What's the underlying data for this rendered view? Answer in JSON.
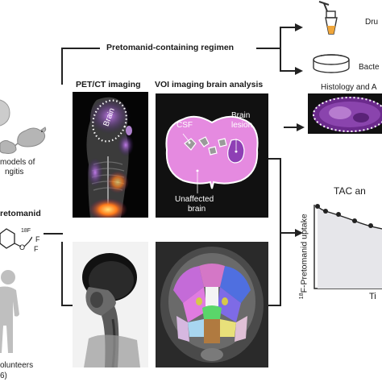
{
  "regimen": {
    "title": "Pretomanid-containing regimen"
  },
  "right_top": {
    "drug_label": "Dru",
    "bacteria_label": "Bacte",
    "histology_label": "Histology and A"
  },
  "left": {
    "models_line1": "models of",
    "models_line2": "ngitis",
    "compound_label": "retomanid",
    "fluoro_label": "18F",
    "f_label_1": "F",
    "f_label_2": "F",
    "o_label": "O",
    "volunteers_line1": "olunteers",
    "volunteers_line2": "6)"
  },
  "petct": {
    "title": "PET/CT imaging",
    "brain_label": "Brain"
  },
  "voi": {
    "title": "VOI imaging brain analysis",
    "csf_label": "CSF",
    "lesion_line1": "Brain",
    "lesion_line2": "lesion",
    "unaffected_line1": "Unaffected",
    "unaffected_line2": "brain"
  },
  "tac": {
    "title": "TAC an",
    "ylabel_sup": "18",
    "ylabel": "F-Pretomanid uptake",
    "xlabel": "Ti"
  },
  "colors": {
    "brain_pink": "#e58ae0",
    "lesion_purple": "#8e3fb5",
    "histology_purple": "#6b2a8c",
    "tac_fill": "#e6e6ea"
  }
}
